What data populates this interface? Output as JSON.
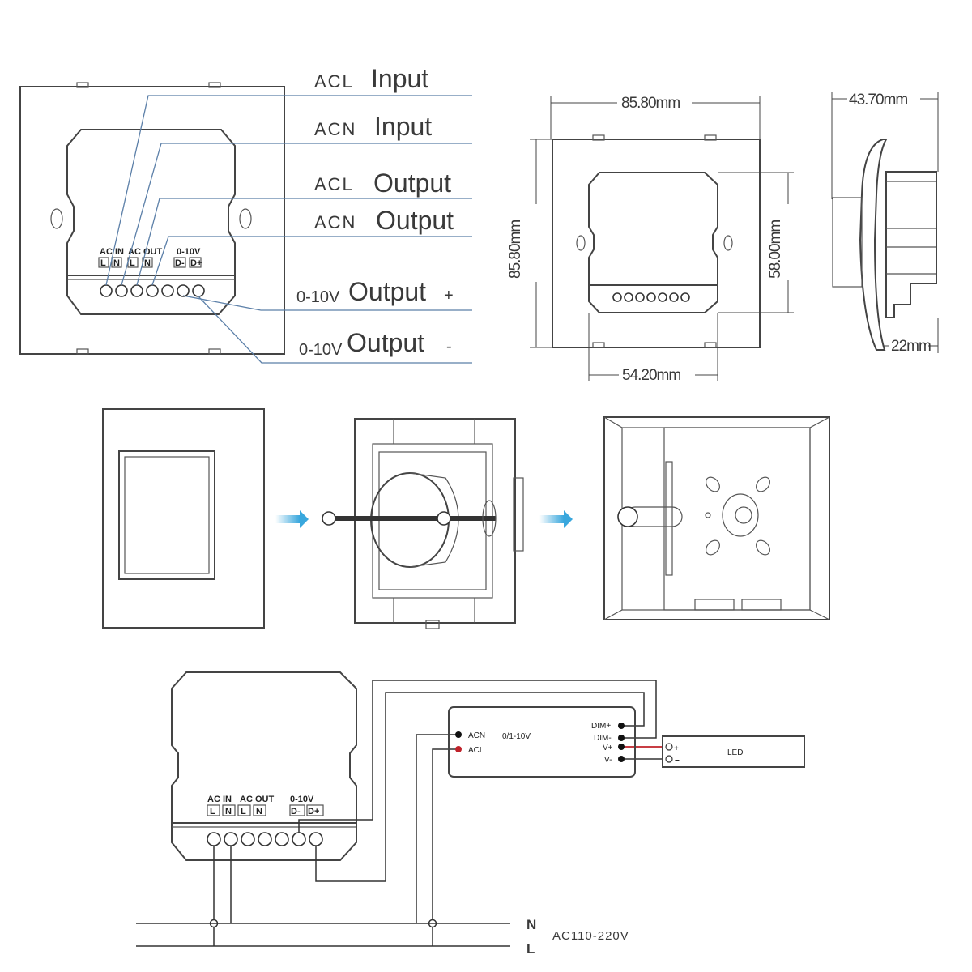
{
  "callouts": [
    {
      "prefix": "ACL",
      "label": "Input",
      "sign": ""
    },
    {
      "prefix": "ACN",
      "label": "Input",
      "sign": ""
    },
    {
      "prefix": "ACL",
      "label": "Output",
      "sign": ""
    },
    {
      "prefix": "ACN",
      "label": "Output",
      "sign": ""
    },
    {
      "prefix": "0-10V",
      "label": "Output",
      "sign": "+"
    },
    {
      "prefix": "0-10V",
      "label": "Output",
      "sign": "-"
    }
  ],
  "terminals": {
    "ac_in": "AC IN",
    "ac_out": "AC OUT",
    "dim": "0-10V",
    "l": "L",
    "n": "N",
    "d_minus": "D-",
    "d_plus": "D+"
  },
  "dimensions": {
    "front_width": "85.80mm",
    "front_height": "85.80mm",
    "inner_height": "58.00mm",
    "inner_width": "54.20mm",
    "side_depth": "43.70mm",
    "side_small": "22mm"
  },
  "wiring": {
    "driver": {
      "acn": "ACN",
      "acl": "ACL",
      "type": "0/1-10V",
      "dim_plus": "DIM+",
      "dim_minus": "DIM-",
      "v_plus": "V+",
      "v_minus": "V-"
    },
    "led": "LED",
    "plus": "+",
    "minus": "−",
    "n": "N",
    "l": "L",
    "supply": "AC110-220V"
  },
  "colors": {
    "callout_line": "#5b7fa8",
    "arrow": "#39a7dd",
    "acl_dot": "#c0222a",
    "v_plus_wire": "#c0222a"
  }
}
